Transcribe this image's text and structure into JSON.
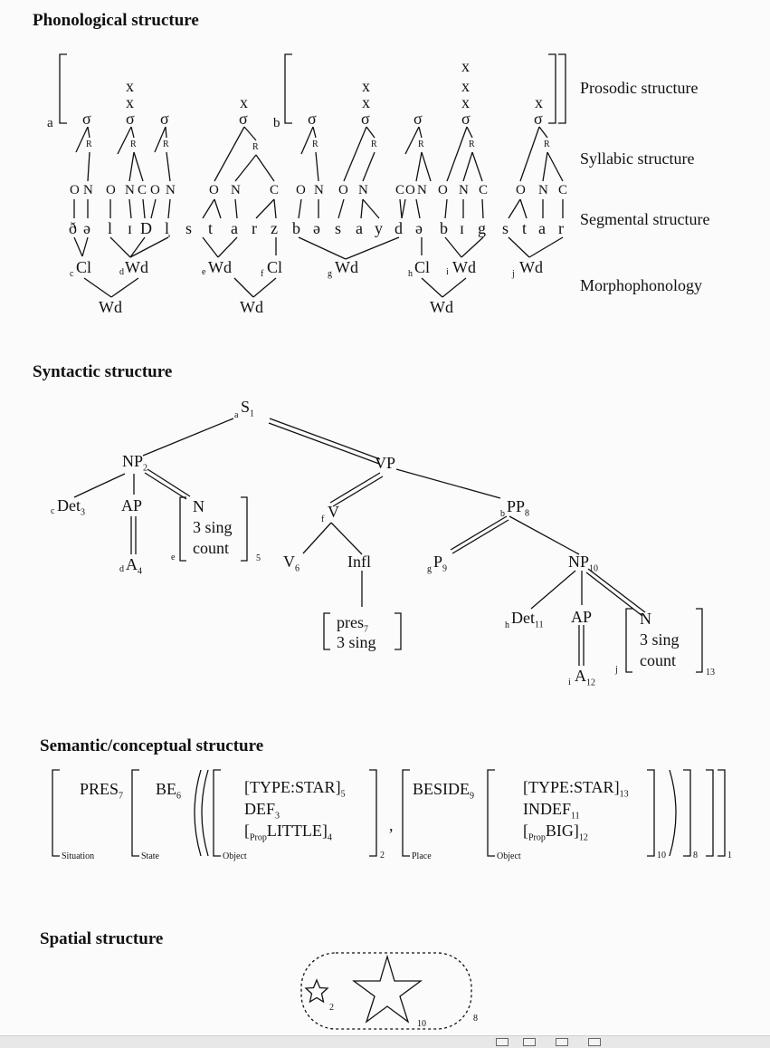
{
  "sections": {
    "phonological": "Phonological structure",
    "syntactic": "Syntactic structure",
    "semantic": "Semantic/conceptual structure",
    "spatial": "Spatial structure"
  },
  "phon_labels": {
    "prosodic": "Prosodic structure",
    "syllabic": "Syllabic structure",
    "segmental": "Segmental structure",
    "morpho": "Morphophonology"
  },
  "phon": {
    "sigma": "σ",
    "x": "x",
    "R": "R",
    "O": "O",
    "N": "N",
    "C": "C",
    "a": "a",
    "b": "b",
    "segments": [
      "ð",
      "ə",
      "l",
      "ɪ",
      "D",
      "l̩",
      "s",
      "t",
      "a",
      "r",
      "z",
      "b",
      "ə",
      "s",
      "a",
      "y",
      "d",
      "ə",
      "b",
      "ɪ",
      "g",
      "s",
      "t",
      "a",
      "r"
    ],
    "morph": {
      "Cl": "Cl",
      "Wd": "Wd",
      "c": "c",
      "d": "d",
      "e": "e",
      "f": "f",
      "g": "g",
      "h": "h",
      "i": "i",
      "j": "j"
    }
  },
  "syntax": {
    "S": "S",
    "S_sub": "1",
    "a": "a",
    "NP2": "NP",
    "NP2_sub": "2",
    "VP": "VP",
    "Det3": "Det",
    "Det3_sub": "3",
    "c": "c",
    "AP": "AP",
    "A4": "A",
    "A4_sub": "4",
    "d": "d",
    "N": "N",
    "sing": "3 sing",
    "count": "count",
    "sub5": "5",
    "e": "e",
    "V": "V",
    "f": "f",
    "PP": "PP",
    "PP_sub": "8",
    "b": "b",
    "V6": "V",
    "V6_sub": "6",
    "Infl": "Infl",
    "P": "P",
    "P_sub": "9",
    "g": "g",
    "NP10": "NP",
    "NP10_sub": "10",
    "pres": "pres",
    "pres_sub": "7",
    "sing2": "3 sing",
    "Det11": "Det",
    "Det11_sub": "11",
    "h": "h",
    "AP2": "AP",
    "A12": "A",
    "A12_sub": "12",
    "i": "i",
    "N2": "N",
    "sing3": "3 sing",
    "count2": "count",
    "sub13": "13",
    "j": "j"
  },
  "semantic": {
    "pres": "PRES",
    "pres_sub": "7",
    "be": "BE",
    "be_sub": "6",
    "type1": "[TYPE:STAR]",
    "type1_sub": "5",
    "def": "DEF",
    "def_sub": "3",
    "little_open": "[",
    "prop": "Prop",
    "little": "LITTLE]",
    "little_sub": "4",
    "sub2": "2",
    "comma": ",",
    "beside": "BESIDE",
    "beside_sub": "9",
    "type2": "[TYPE:STAR]",
    "type2_sub": "13",
    "indef": "INDEF",
    "indef_sub": "11",
    "big_open": "[",
    "prop2": "Prop",
    "big": "BIG]",
    "big_sub": "12",
    "sub10": "10",
    "sub8": "8",
    "sub1": "1",
    "situation": "Situation",
    "state": "State",
    "object": "Object",
    "place": "Place",
    "object2": "Object"
  },
  "spatial": {
    "small_star_sub": "2",
    "big_star_sub": "10",
    "region_sub": "8"
  }
}
